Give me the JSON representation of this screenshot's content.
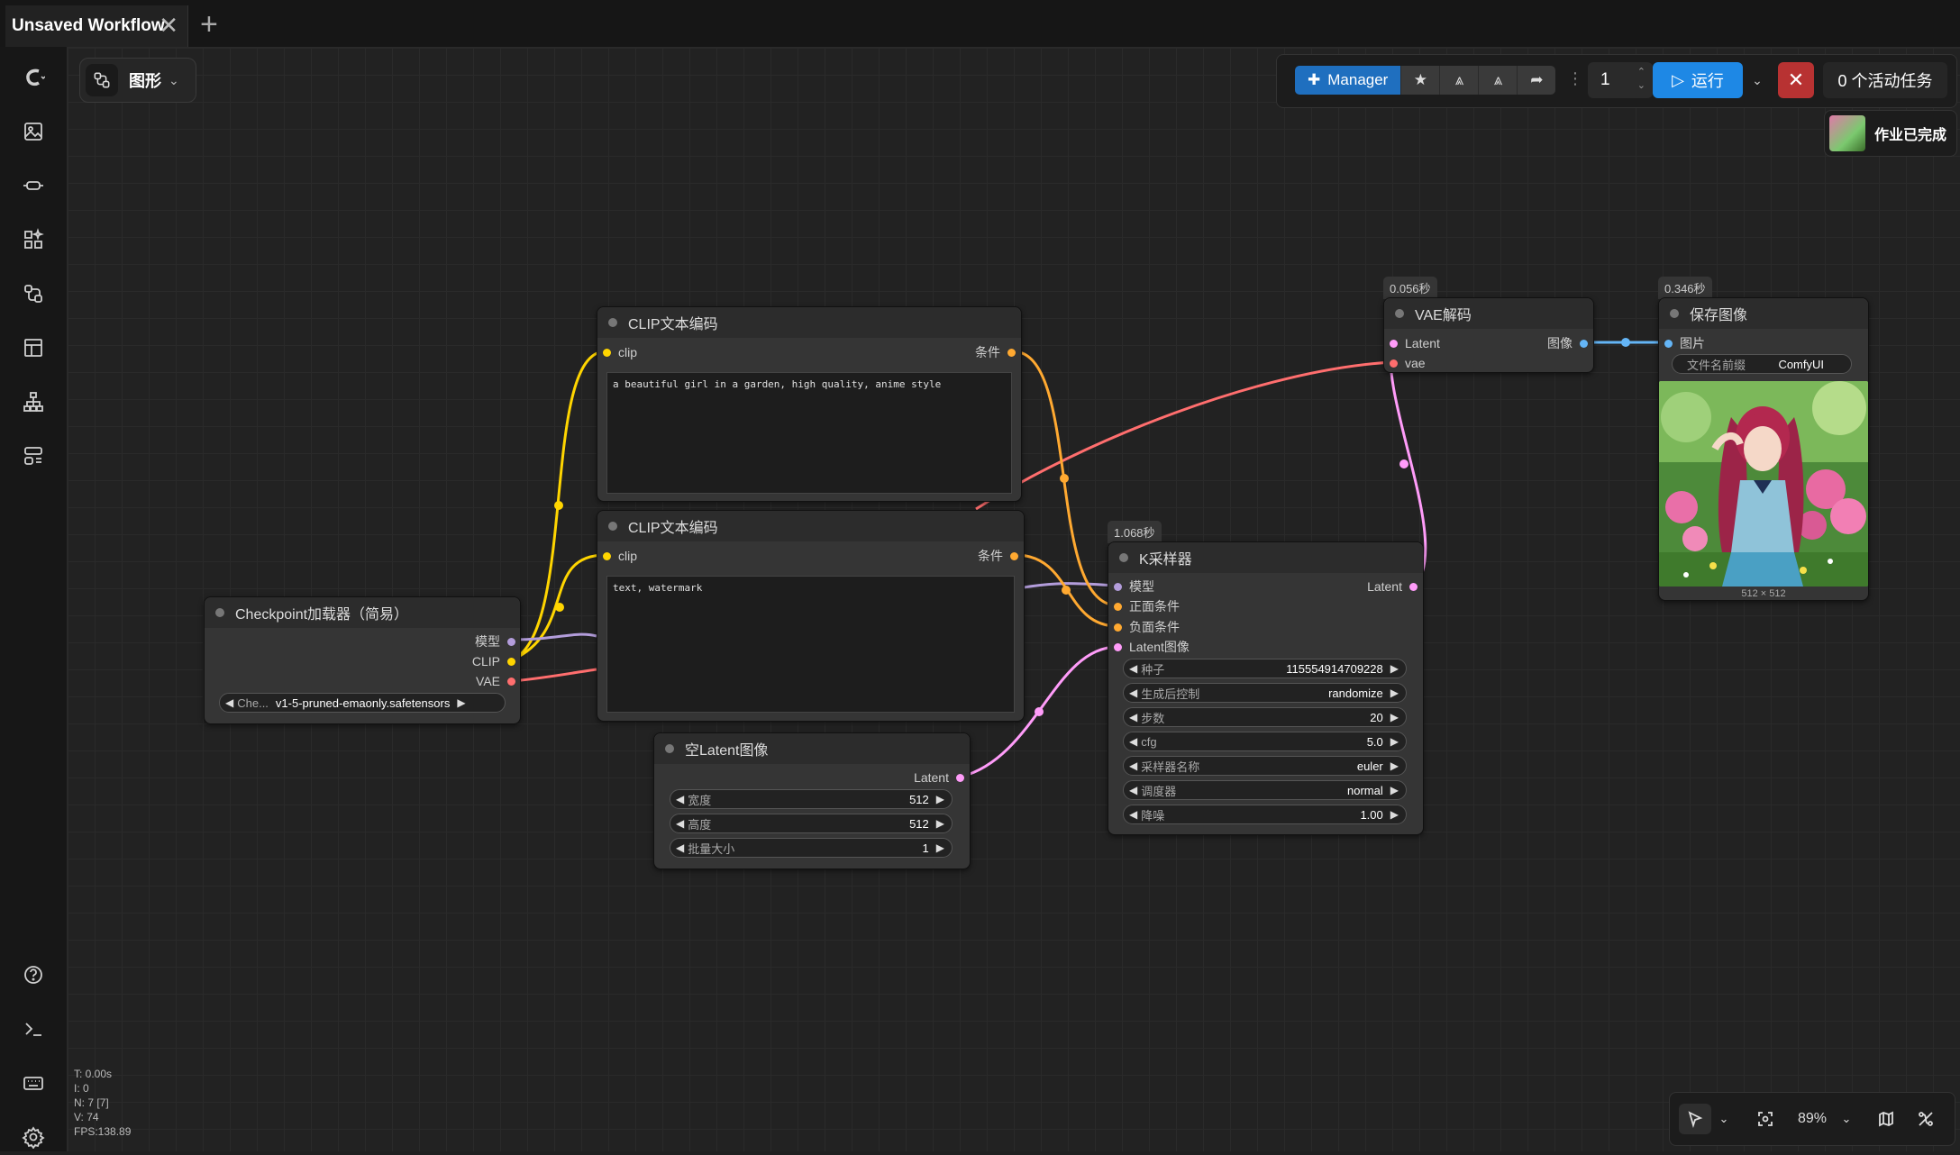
{
  "tabs": {
    "active_title": "Unsaved Workflow",
    "new_tab": "+"
  },
  "graph_toggle": {
    "label": "图形"
  },
  "toolbar": {
    "manager_label": "Manager",
    "batch_count": "1",
    "run_label": "运行",
    "queue_label": "0 个活动任务"
  },
  "toast": {
    "label": "作业已完成"
  },
  "nodes": {
    "clip1": {
      "title": "CLIP文本编码",
      "in_clip": "clip",
      "out": "条件",
      "text": "a beautiful girl in a garden, high quality, anime style"
    },
    "clip2": {
      "title": "CLIP文本编码",
      "in_clip": "clip",
      "out": "条件",
      "text": "text, watermark"
    },
    "checkpoint": {
      "title": "Checkpoint加载器（简易）",
      "out_model": "模型",
      "out_clip": "CLIP",
      "out_vae": "VAE",
      "ckpt_label": "Che...",
      "ckpt_value": "v1-5-pruned-emaonly.safetensors"
    },
    "latent": {
      "title": "空Latent图像",
      "out": "Latent",
      "widgets": [
        {
          "name": "宽度",
          "value": "512"
        },
        {
          "name": "高度",
          "value": "512"
        },
        {
          "name": "批量大小",
          "value": "1"
        }
      ]
    },
    "ksampler": {
      "title": "K采样器",
      "timing": "1.068秒",
      "in_model": "模型",
      "in_pos": "正面条件",
      "in_neg": "负面条件",
      "in_latent": "Latent图像",
      "out": "Latent",
      "widgets": [
        {
          "name": "种子",
          "value": "115554914709228"
        },
        {
          "name": "生成后控制",
          "value": "randomize"
        },
        {
          "name": "步数",
          "value": "20"
        },
        {
          "name": "cfg",
          "value": "5.0"
        },
        {
          "name": "采样器名称",
          "value": "euler"
        },
        {
          "name": "调度器",
          "value": "normal"
        },
        {
          "name": "降噪",
          "value": "1.00"
        }
      ]
    },
    "vae": {
      "title": "VAE解码",
      "timing": "0.056秒",
      "in_latent": "Latent",
      "in_vae": "vae",
      "out": "图像"
    },
    "save": {
      "title": "保存图像",
      "timing": "0.346秒",
      "in_images": "图片",
      "prefix_label": "文件名前缀",
      "prefix_value": "ComfyUI",
      "dims": "512 × 512"
    }
  },
  "stats": {
    "t": "T: 0.00s",
    "i": "I: 0",
    "n": "N: 7 [7]",
    "v": "V: 74",
    "fps": "FPS:138.89"
  },
  "zoom": {
    "label": "89%"
  },
  "colors": {
    "clip": "#ffd500",
    "model": "#b39ddb",
    "vae": "#ff6e6e",
    "conditioning": "#ffa931",
    "latent": "#ff9cf9",
    "image": "#64b5f6",
    "accent": "#1e88e5"
  }
}
